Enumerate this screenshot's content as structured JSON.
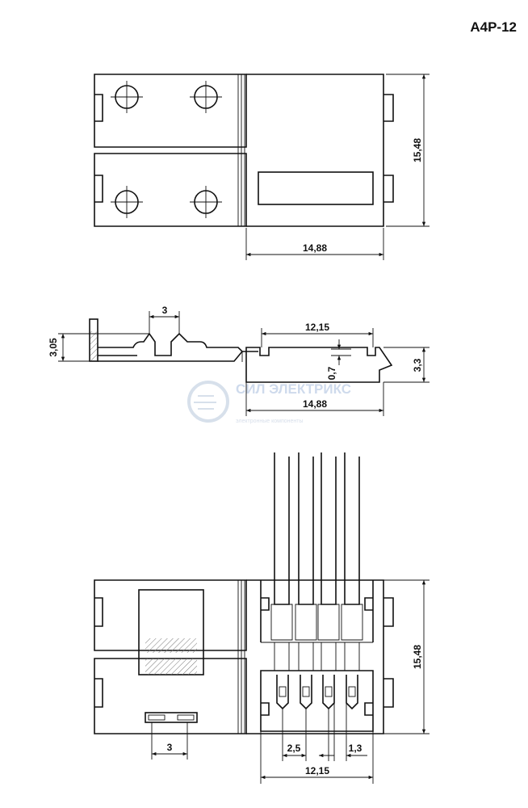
{
  "title": "A4P-12",
  "watermark": {
    "name": "СИЛ ЭЛЕКТРИКС",
    "tagline": "электронные компоненты"
  },
  "top_view": {
    "height_dim": "15,48",
    "width_dim": "14,88"
  },
  "side_view": {
    "pitch_dim": "3",
    "height_dim": "3,05",
    "inner_width_dim": "12,15",
    "slot_dim": "0,7",
    "body_height_dim": "3,3",
    "width_dim": "14,88"
  },
  "bottom_view": {
    "height_dim": "15,48",
    "pad_pitch_dim": "3",
    "pin_pitch_dim": "2,5",
    "pin_width_dim": "1,3",
    "inner_width_dim": "12,15"
  }
}
